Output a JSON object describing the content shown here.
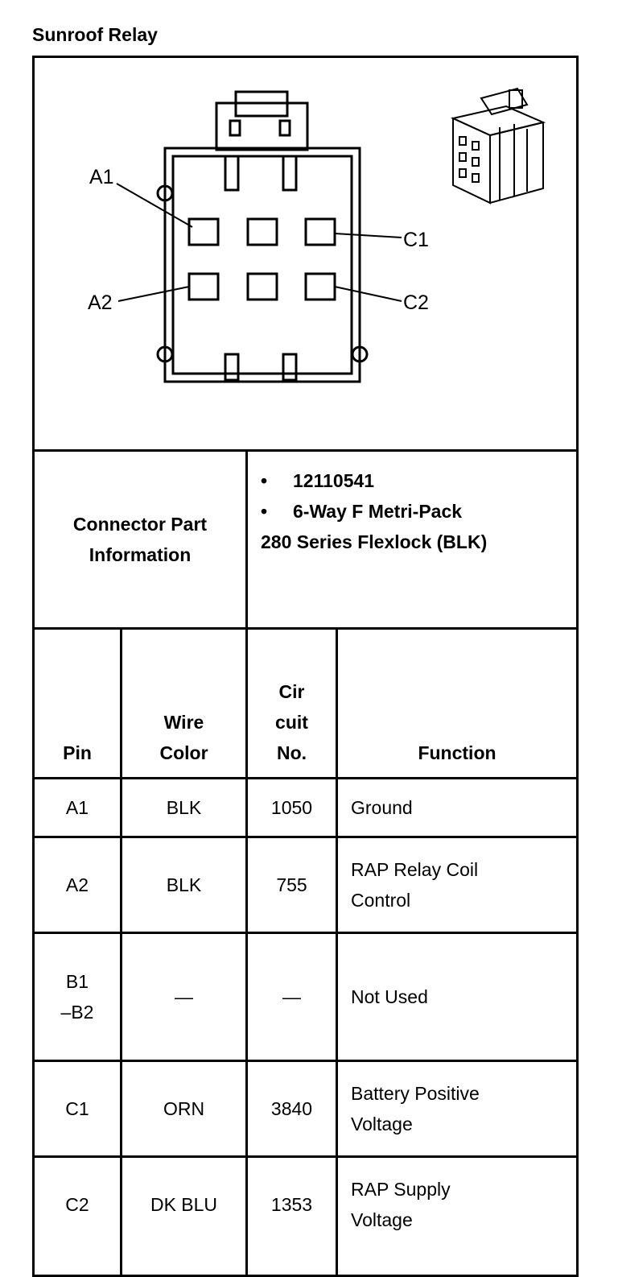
{
  "title": "Sunroof Relay",
  "diagram": {
    "pin_labels": [
      "A1",
      "A2",
      "C1",
      "C2"
    ]
  },
  "part_info": {
    "label_line1": "Connector Part",
    "label_line2": "Information",
    "bullets": [
      "12110541",
      "6-Way F Metri-Pack"
    ],
    "extra_line": "280 Series Flexlock (BLK)"
  },
  "table": {
    "headers": {
      "pin": "Pin",
      "wire_color_line1": "Wire",
      "wire_color_line2": "Color",
      "circuit_line1": "Cir",
      "circuit_line2": "cuit",
      "circuit_line3": "No.",
      "function": "Function"
    },
    "rows": [
      {
        "pin": [
          "A1"
        ],
        "wire": "BLK",
        "circuit": "1050",
        "function": [
          "Ground"
        ]
      },
      {
        "pin": [
          "A2"
        ],
        "wire": "BLK",
        "circuit": "755",
        "function": [
          "RAP Relay Coil",
          "Control"
        ]
      },
      {
        "pin": [
          "B1",
          "–B2"
        ],
        "wire": "—",
        "circuit": "—",
        "function": [
          "Not Used"
        ]
      },
      {
        "pin": [
          "C1"
        ],
        "wire": "ORN",
        "circuit": "3840",
        "function": [
          "Battery Positive",
          "Voltage"
        ]
      },
      {
        "pin": [
          "C2"
        ],
        "wire": "DK BLU",
        "circuit": "1353",
        "function": [
          "RAP Supply",
          "Voltage"
        ]
      }
    ]
  }
}
